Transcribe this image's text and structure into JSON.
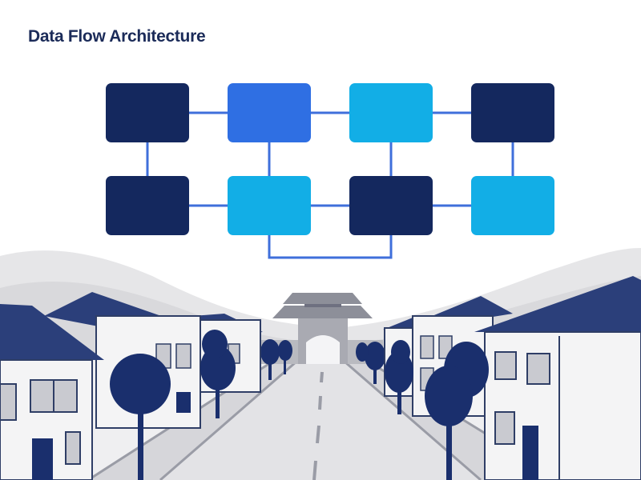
{
  "title": "Data Flow Architecture",
  "colors": {
    "title": "#1b2b59",
    "navy": "#14285e",
    "blue": "#2f6fe3",
    "sky": "#12aee6",
    "connector": "#3f6fdb",
    "scene_navy": "#1a2f6d",
    "roof": "#2b3f7a",
    "wall": "#f4f4f5",
    "road": "#e5e5e7",
    "hill": "#dcdcde",
    "outline": "#2f3e66"
  },
  "diagram": {
    "nodes": [
      {
        "id": "n1",
        "row": 0,
        "col": 0,
        "tone": "navy"
      },
      {
        "id": "n2",
        "row": 0,
        "col": 1,
        "tone": "blue"
      },
      {
        "id": "n3",
        "row": 0,
        "col": 2,
        "tone": "sky"
      },
      {
        "id": "n4",
        "row": 0,
        "col": 3,
        "tone": "navy"
      },
      {
        "id": "n5",
        "row": 1,
        "col": 0,
        "tone": "navy"
      },
      {
        "id": "n6",
        "row": 1,
        "col": 1,
        "tone": "sky"
      },
      {
        "id": "n7",
        "row": 1,
        "col": 2,
        "tone": "navy"
      },
      {
        "id": "n8",
        "row": 1,
        "col": 3,
        "tone": "sky"
      }
    ],
    "edges": [
      {
        "from": "n1",
        "to": "n2"
      },
      {
        "from": "n2",
        "to": "n3"
      },
      {
        "from": "n3",
        "to": "n4"
      },
      {
        "from": "n1",
        "to": "n5"
      },
      {
        "from": "n2",
        "to": "n6"
      },
      {
        "from": "n3",
        "to": "n7"
      },
      {
        "from": "n4",
        "to": "n8"
      },
      {
        "from": "n5",
        "to": "n6"
      },
      {
        "from": "n6",
        "to": "n7"
      },
      {
        "from": "n7",
        "to": "n8"
      },
      {
        "from": "n6",
        "to": "n7",
        "route": "below"
      }
    ]
  }
}
